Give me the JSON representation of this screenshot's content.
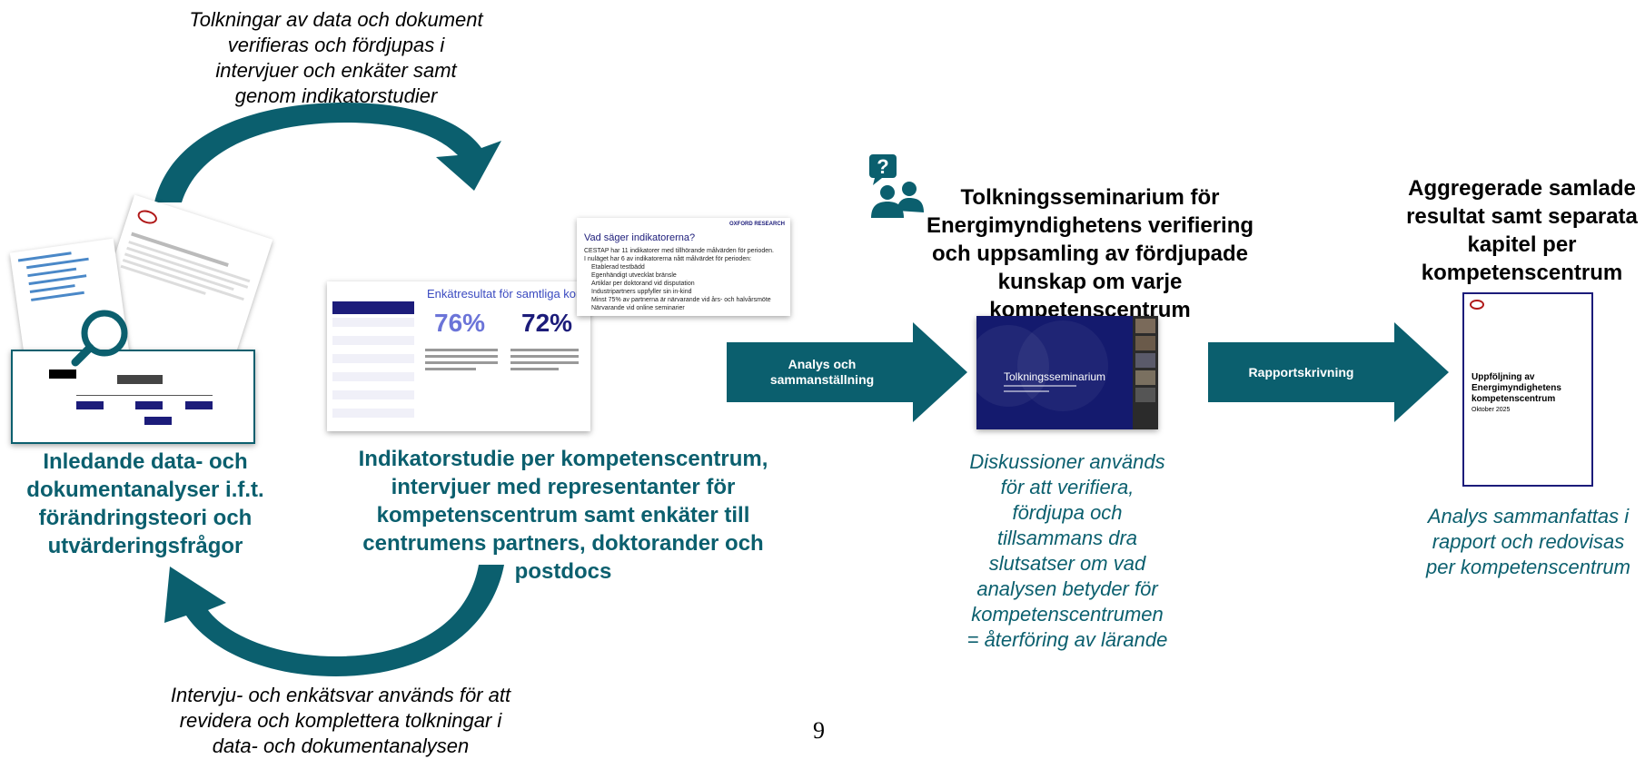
{
  "colors": {
    "teal": "#0b5f6e",
    "navy": "#1c1c7a",
    "blue_pct": "#6b74d8"
  },
  "cycle": {
    "top_text": [
      "Tolkningar av data och dokument",
      "verifieras och fördjupas i",
      "intervjuer och enkäter samt",
      "genom indikatorstudier"
    ],
    "bottom_text": [
      "Intervju- och enkätsvar används för att",
      "revidera och komplettera tolkningar i",
      "data- och dokumentanalysen"
    ]
  },
  "step1": {
    "label": [
      "Inledande data- och",
      "dokumentanalyser i.f.t.",
      "förändringsteori och",
      "utvärderingsfrågor"
    ],
    "magnifier_icon": "magnifier-icon"
  },
  "step2": {
    "label": [
      "Indikatorstudie per kompetenscentrum,",
      "intervjuer med representanter för",
      "kompetenscentrum samt enkäter till",
      "centrumens partners, doktorander och",
      "postdocs"
    ],
    "survey_slide": {
      "title": "Enkätresultat för samtliga kom",
      "pct1": "76%",
      "pct2": "72%"
    },
    "indicator_slide": {
      "brand": "OXFORD RESEARCH",
      "title": "Vad säger indikatorerna?",
      "bullets": [
        "CESTAP har 11 indikatorer med tillhörande målvärden för perioden.",
        "I nuläget har 6 av indikatorerna nått målvärdet för perioden:"
      ],
      "subbullets": [
        "Etablerad testbädd",
        "Egenhändigt utvecklat bränsle",
        "Artiklar per doktorand vid disputation",
        "Industripartners uppfyller sin in-kind",
        "Minst 75% av partnerna är närvarande vid års- och halvårsmöte",
        "Närvarande vid online seminarier"
      ]
    }
  },
  "arrow1": {
    "label": [
      "Analys och",
      "sammanställning"
    ]
  },
  "step3": {
    "icon": "question-people-icon",
    "title": [
      "Tolkningsseminarium för",
      "Energimyndighetens verifiering",
      "och uppsamling av fördjupade",
      "kunskap om varje",
      "kompetenscentrum"
    ],
    "slide_title": "Tolkningsseminarium",
    "description": [
      "Diskussioner används",
      "för att verifiera,",
      "fördjupa och",
      "tillsammans dra",
      "slutsatser om vad",
      "analysen betyder för",
      "kompetenscentrumen",
      "= återföring av lärande"
    ]
  },
  "arrow2": {
    "label": "Rapportskrivning"
  },
  "step4": {
    "title": [
      "Aggregerade samlade",
      "resultat samt separata",
      "kapitel per",
      "kompetenscentrum"
    ],
    "report_title": [
      "Uppföljning av",
      "Energimyndighetens",
      "kompetenscentrum"
    ],
    "report_date": "Oktober 2025",
    "description": [
      "Analys sammanfattas i",
      "rapport och redovisas",
      "per kompetenscentrum"
    ]
  },
  "page_number": "9"
}
